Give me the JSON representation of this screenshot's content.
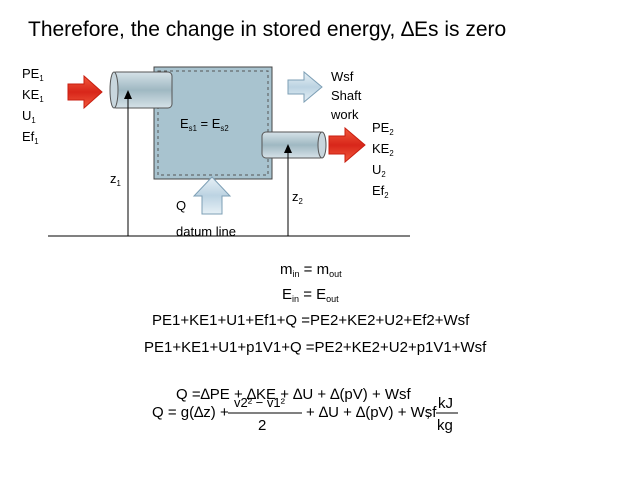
{
  "title": "Therefore, the change in stored energy, ∆Es is zero",
  "inlet": {
    "pe": "PE",
    "ke": "KE",
    "u": "U",
    "ef": "Ef",
    "sub": "1"
  },
  "outlet": {
    "pe": "PE",
    "ke": "KE",
    "u": "U",
    "ef": "Ef",
    "sub": "2"
  },
  "system_label": {
    "es": "E",
    "s1": "s1",
    "eq": " = E",
    "s2": "s2"
  },
  "work_label": {
    "line1": "Wsf",
    "line2": "Shaft",
    "line3": "work"
  },
  "z1": {
    "z": "z",
    "sub": "1"
  },
  "z2": {
    "z": "z",
    "sub": "2"
  },
  "heat_label": "Q",
  "datum_label": "datum line",
  "eq1": {
    "m1": "m",
    "in": "in",
    "eq": " = m",
    "out": "out"
  },
  "eq2": {
    "e1": "E",
    "in": "in",
    "eq": " = E",
    "out": "out"
  },
  "eq3_lhs": "PE1+KE1+U1+Ef1+Q",
  "eq3_rhs": "=PE2+KE2+U2+Ef2+Wsf",
  "eq4_lhs": "PE1+KE1+U1+p1V1+Q",
  "eq4_rhs": "=PE2+KE2+U2+p1V1+Wsf",
  "eq5": "Q =∆PE + ∆KE + ∆U + ∆(pV) + Wsf",
  "eq6": {
    "lhs": "Q = g(∆z) +",
    "numerator": "v2² − v1²",
    "denominator": "2",
    "rest": "+ ∆U + ∆(pV) + Wsf",
    "units_sep": ";",
    "units_num": "kJ",
    "units_den": "kg"
  },
  "colors": {
    "arrow_red": "#e0341c",
    "arrow_blue": "#cfe2ee",
    "box_fill": "#a9c4d0",
    "pipe_fill": "#b8ccd4"
  }
}
